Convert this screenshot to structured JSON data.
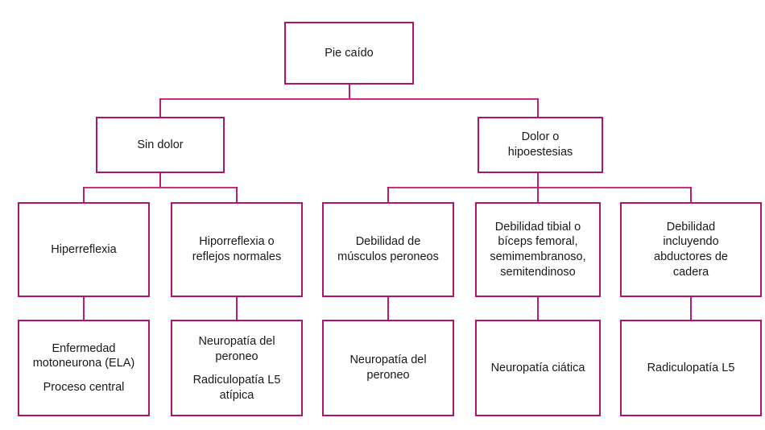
{
  "diagram": {
    "title": "Pie caído",
    "type": "flowchart",
    "accent_color": "#b0136c",
    "connector_color": "#c01a76",
    "background_color": "#ffffff",
    "text_color": "#181818"
  },
  "nodes": {
    "root": {
      "label": "Pie caído",
      "lines": [
        "Pie caído"
      ]
    },
    "level2": [
      {
        "id": "sin-dolor",
        "lines": [
          "Sin dolor"
        ]
      },
      {
        "id": "dolor-hipoestesias",
        "lines": [
          "Dolor o",
          "hipoestesias"
        ]
      }
    ],
    "level3": [
      {
        "id": "hiperreflexia",
        "lines": [
          "Hiperreflexia"
        ]
      },
      {
        "id": "hiporreflexia",
        "lines": [
          "Hiporreflexia o",
          "reflejos normales"
        ]
      },
      {
        "id": "debilidad-peroneos",
        "lines": [
          "Debilidad de",
          "músculos peroneos"
        ]
      },
      {
        "id": "debilidad-tibial",
        "lines": [
          "Debilidad tibial o",
          "bíceps femoral,",
          "semimembranoso,",
          "semitendinoso"
        ]
      },
      {
        "id": "debilidad-abductores",
        "lines": [
          "Debilidad",
          "incluyendo",
          "abductores de",
          "cadera"
        ]
      }
    ],
    "level4": [
      {
        "id": "enfermedad-motoneurona",
        "paragraphs": [
          [
            "Enfermedad",
            "motoneurona (ELA)"
          ],
          [
            "Proceso central"
          ]
        ]
      },
      {
        "id": "neuropatia-peroneo-radiculopatia",
        "paragraphs": [
          [
            "Neuropatía del",
            "peroneo"
          ],
          [
            "Radiculopatía L5",
            "atípica"
          ]
        ]
      },
      {
        "id": "neuropatia-peroneo",
        "paragraphs": [
          [
            "Neuropatía del",
            "peroneo"
          ]
        ]
      },
      {
        "id": "neuropatia-ciatica",
        "paragraphs": [
          [
            "Neuropatía ciática"
          ]
        ]
      },
      {
        "id": "radiculopatia-l5",
        "paragraphs": [
          [
            "Radiculopatía L5"
          ]
        ]
      }
    ]
  }
}
